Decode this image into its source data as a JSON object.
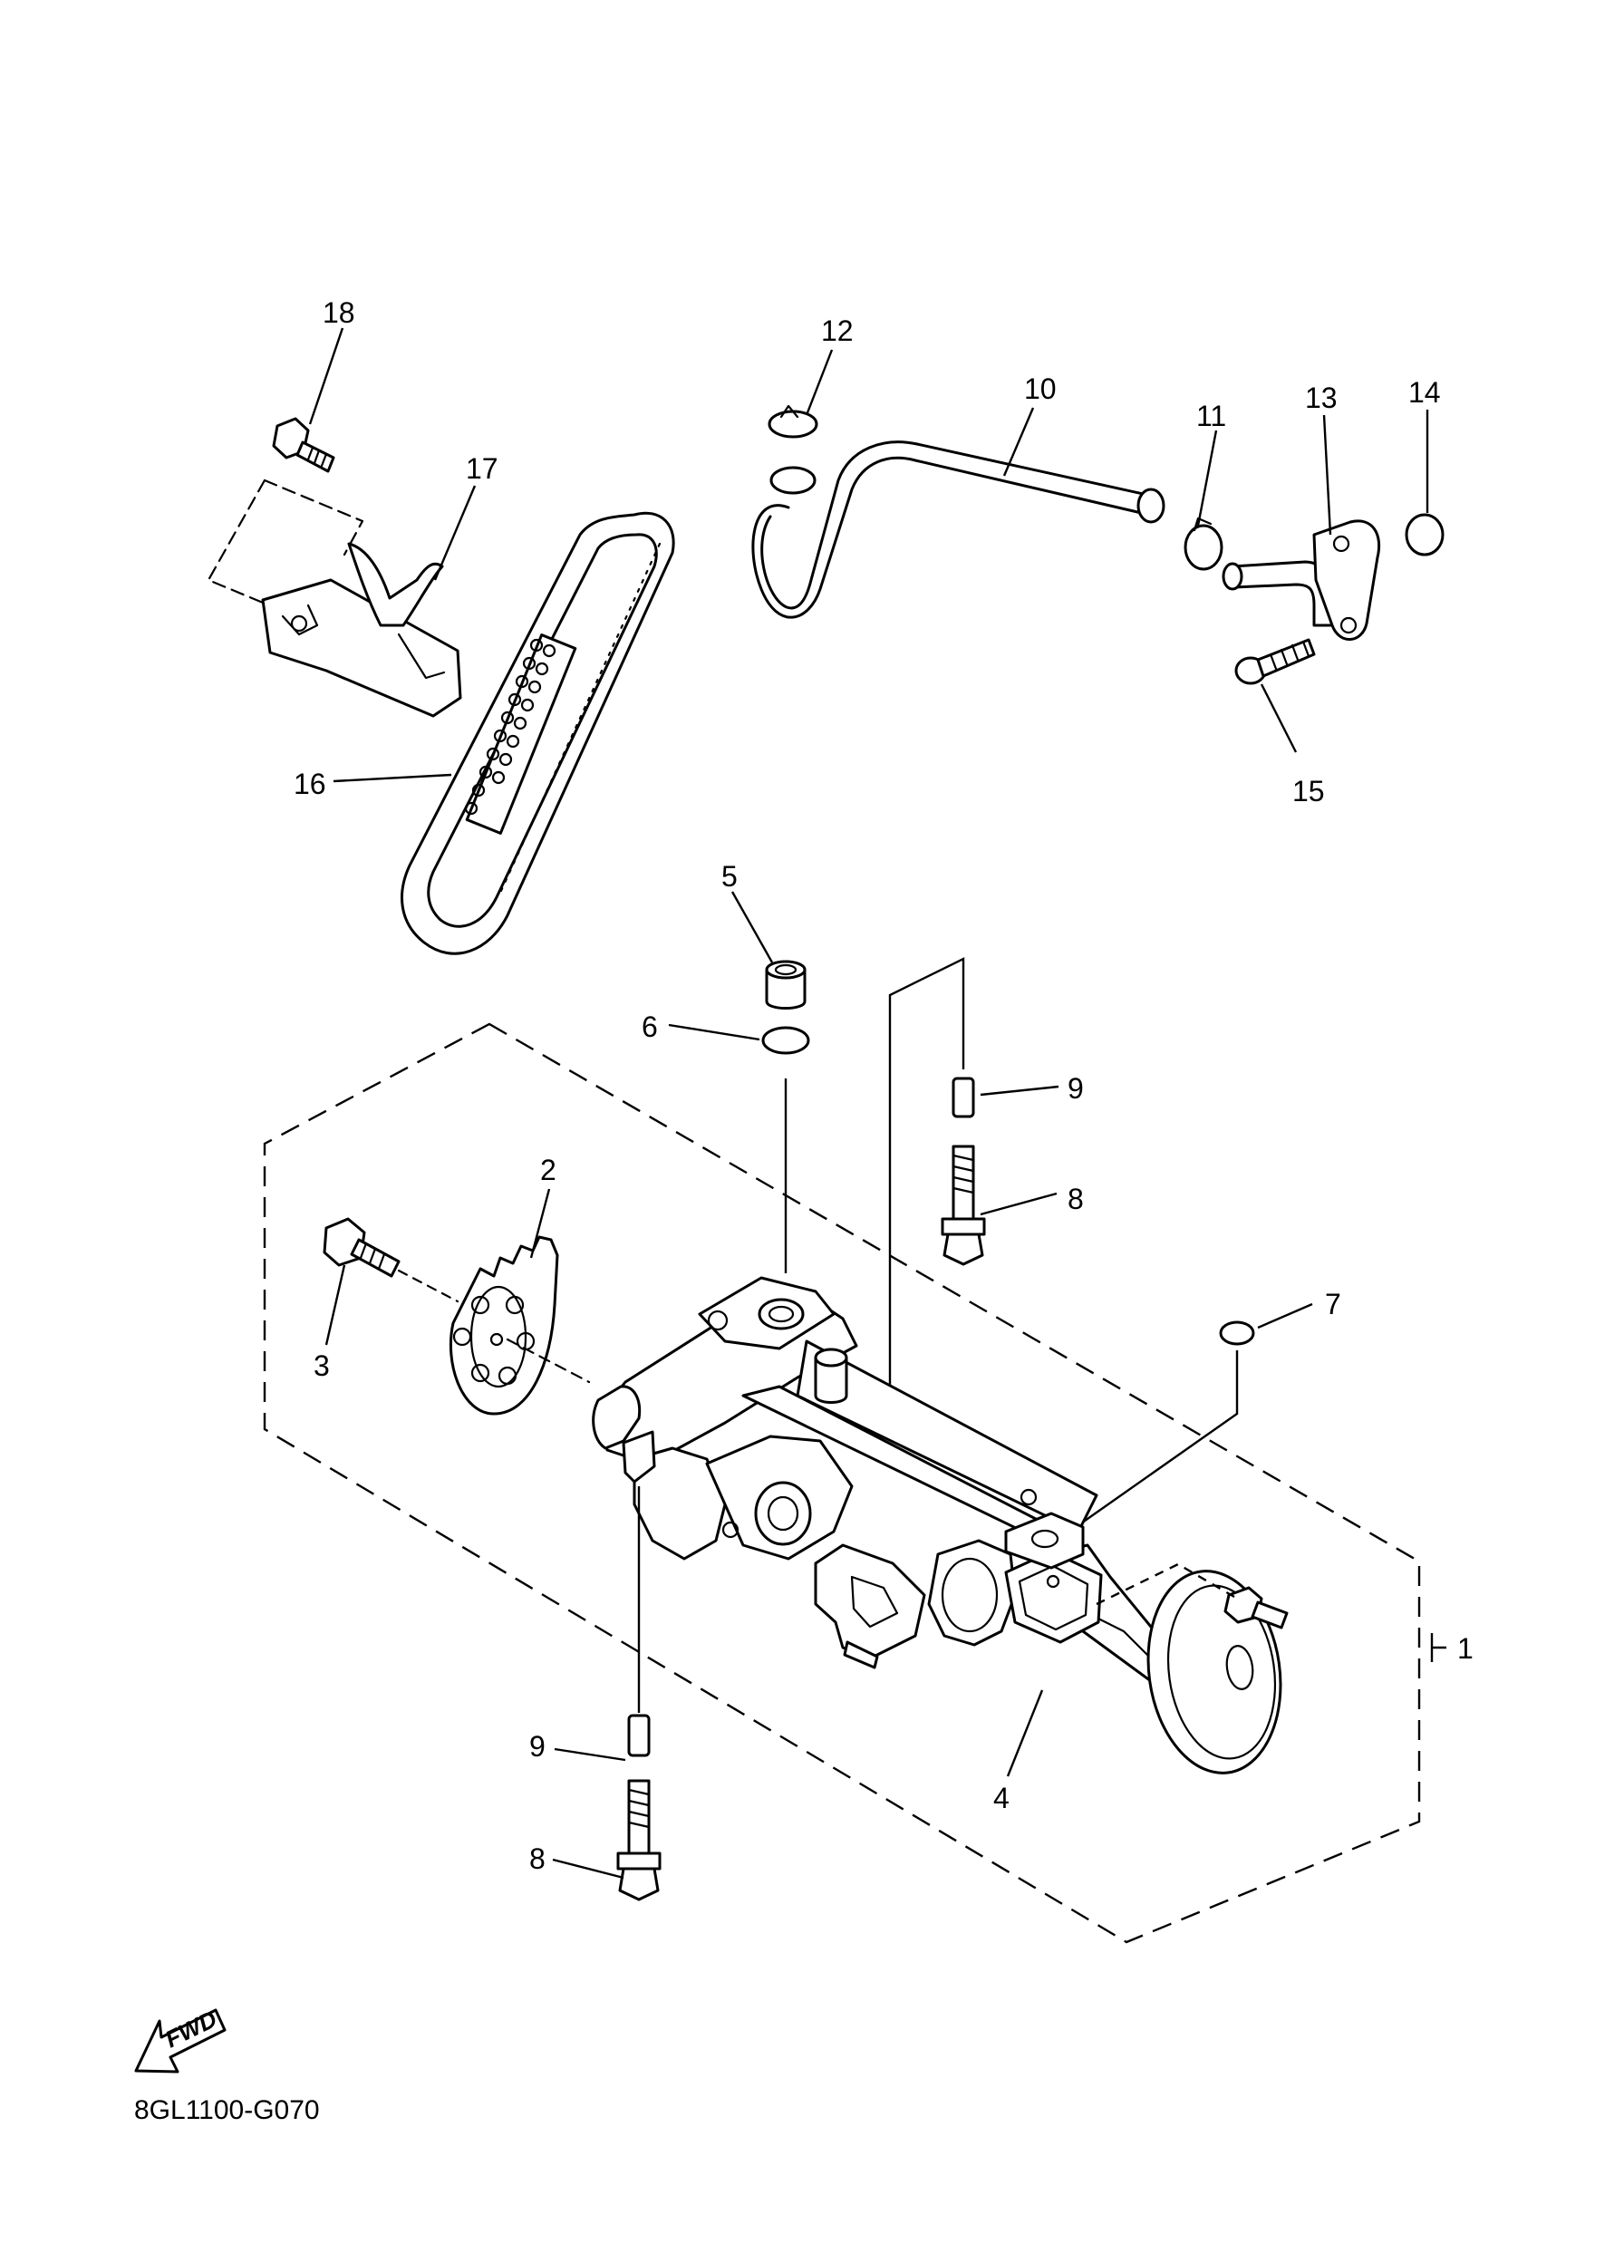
{
  "diagram": {
    "code": "8GL1100-G070",
    "fwd_label": "FWD",
    "callouts": [
      {
        "id": "c1",
        "label": "1"
      },
      {
        "id": "c2",
        "label": "2"
      },
      {
        "id": "c3",
        "label": "3"
      },
      {
        "id": "c4",
        "label": "4"
      },
      {
        "id": "c5",
        "label": "5"
      },
      {
        "id": "c6",
        "label": "6"
      },
      {
        "id": "c7",
        "label": "7"
      },
      {
        "id": "c8a",
        "label": "8"
      },
      {
        "id": "c8b",
        "label": "8"
      },
      {
        "id": "c9a",
        "label": "9"
      },
      {
        "id": "c9b",
        "label": "9"
      },
      {
        "id": "c10",
        "label": "10"
      },
      {
        "id": "c11",
        "label": "11"
      },
      {
        "id": "c12",
        "label": "12"
      },
      {
        "id": "c13",
        "label": "13"
      },
      {
        "id": "c14",
        "label": "14"
      },
      {
        "id": "c15",
        "label": "15"
      },
      {
        "id": "c16",
        "label": "16"
      },
      {
        "id": "c17",
        "label": "17"
      },
      {
        "id": "c18",
        "label": "18"
      }
    ]
  }
}
